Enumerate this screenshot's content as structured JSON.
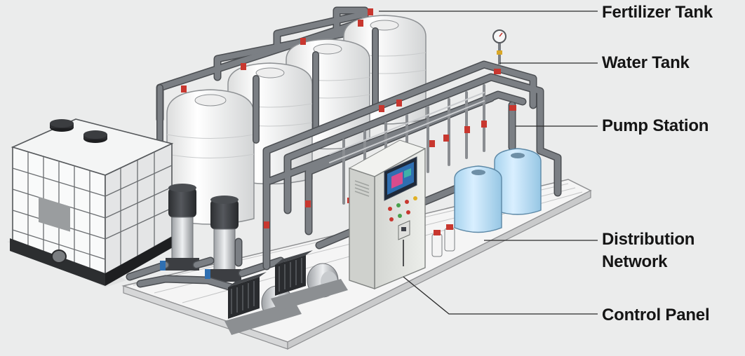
{
  "callouts": {
    "fertilizer_tank": "Fertilizer Tank",
    "water_tank": "Water Tank",
    "pump_station": "Pump Station",
    "distribution_network_line1": "Distribution",
    "distribution_network_line2": "Network",
    "control_panel": "Control Panel"
  },
  "colors": {
    "background": "#ebecec",
    "pipe": "#6d7075",
    "tank_white": "#fbfbfb",
    "water_blue": "#bfe0f3",
    "valve_red": "#c8372f",
    "panel": "#e6e7e4",
    "screen": "#2f6fb1",
    "pump_body": "#3a3c40",
    "skid": "#f4f4f4"
  },
  "icons": [
    "pressure-gauge-icon",
    "control-screen-icon",
    "indicator-lights-icon"
  ]
}
